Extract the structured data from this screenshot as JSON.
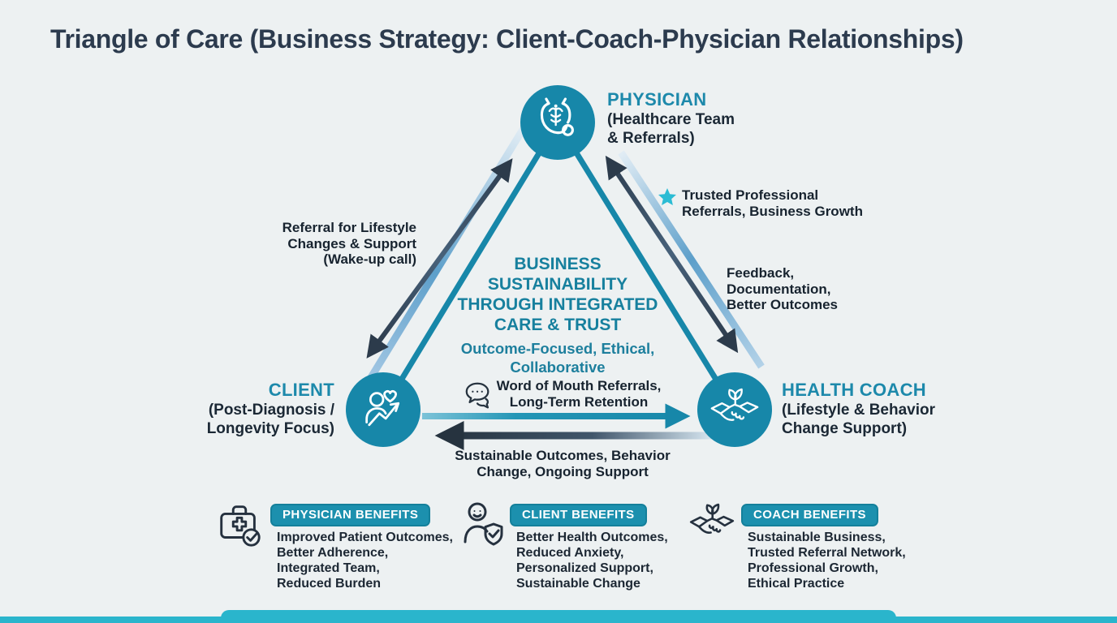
{
  "title": "Triangle of Care (Business Strategy: Client-Coach-Physician Relationships)",
  "nodes": {
    "physician": {
      "name": "PHYSICIAN",
      "sub": [
        "(Healthcare Team",
        "& Referrals)"
      ],
      "icon": "stethoscope-caduceus-icon"
    },
    "client": {
      "name": "CLIENT",
      "sub": [
        "(Post-Diagnosis /",
        "Longevity Focus)"
      ],
      "icon": "person-heart-growth-icon"
    },
    "coach": {
      "name": "HEALTH COACH",
      "sub": [
        "(Lifestyle & Behavior",
        "Change Support)"
      ],
      "icon": "handshake-leaf-icon"
    }
  },
  "center": {
    "heading": [
      "BUSINESS",
      "SUSTAINABILITY",
      "THROUGH INTEGRATED",
      "CARE & TRUST"
    ],
    "sub": [
      "Outcome-Focused, Ethical,",
      "Collaborative"
    ]
  },
  "labels": {
    "referral": [
      "Referral for Lifestyle",
      "Changes & Support",
      "(Wake-up call)"
    ],
    "trusted": [
      "Trusted Professional",
      "Referrals, Business Growth"
    ],
    "feedback": [
      "Feedback,",
      "Documentation,",
      "Better Outcomes"
    ],
    "word_of_mouth": [
      "Word of Mouth Referrals,",
      "Long-Term Retention"
    ],
    "sustainable": [
      "Sustainable Outcomes, Behavior",
      "Change, Ongoing Support"
    ]
  },
  "benefits": [
    {
      "header": "PHYSICIAN BENEFITS",
      "icon": "medical-bag-check-icon",
      "lines": [
        "Improved Patient Outcomes,",
        "Better Adherence,",
        "Integrated Team,",
        "Reduced Burden"
      ]
    },
    {
      "header": "CLIENT BENEFITS",
      "icon": "person-shield-check-icon",
      "lines": [
        "Better Health Outcomes,",
        "Reduced Anxiety,",
        "Personalized Support,",
        "Sustainable Change"
      ]
    },
    {
      "header": "COACH BENEFITS",
      "icon": "handshake-leaf-icon",
      "lines": [
        "Sustainable Business,",
        "Trusted Referral Network,",
        "Professional Growth,",
        "Ethical Practice"
      ]
    }
  ],
  "colors": {
    "background": "#edf1f2",
    "teal_accent": "#1787a9",
    "teal_text": "#1d89ab",
    "dark_navy": "#2c3b4e",
    "cyan_star": "#2bbcd4",
    "light_blue_stripe": "#5d9fca",
    "bottom_bar": "#2ab5cc",
    "pill_background": "#1c90ae"
  }
}
